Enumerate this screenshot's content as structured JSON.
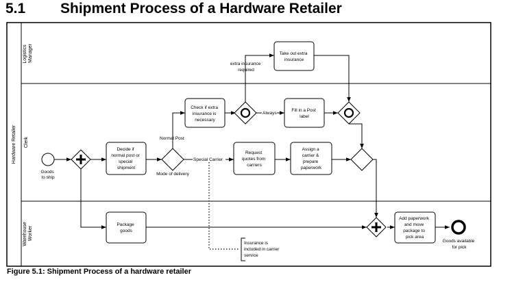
{
  "section": {
    "number": "5.1",
    "title": "Shipment Process of a Hardware Retailer"
  },
  "pool": {
    "name": "Hardware Retailer"
  },
  "lanes": {
    "logistics": [
      "Logistics",
      "Manager"
    ],
    "clerk": [
      "Clerk"
    ],
    "warehouse": [
      "Warehouse",
      "Worker"
    ]
  },
  "events": {
    "start": [
      "Goods",
      "to ship"
    ],
    "end": [
      "Goods available",
      "for pick"
    ]
  },
  "tasks": {
    "decide": [
      "Decide if",
      "normal post or",
      "special",
      "shipment"
    ],
    "check_insurance": [
      "Check if extra",
      "insurance is",
      "necessary"
    ],
    "take_insurance": [
      "Take out extra",
      "insurance"
    ],
    "fill_post": [
      "Fill in a Post",
      "label"
    ],
    "request_quotes": [
      "Request",
      "quotes from",
      "carriers"
    ],
    "assign_carrier": [
      "Assign a",
      "carrier &",
      "prepare",
      "paperwork"
    ],
    "package": [
      "Package",
      "goods"
    ],
    "add_paperwork": [
      "Add paperwork",
      "and move",
      "package to",
      "pick area"
    ]
  },
  "flow_labels": {
    "normal_post": "Normal Post",
    "mode_of_delivery": "Mode of delivery",
    "special_carrier": "Special Carrier",
    "extra_insurance": [
      "extra insurance",
      "required"
    ],
    "always": "Always"
  },
  "annotation": [
    "Insurance is",
    "included in carrier",
    "service"
  ],
  "caption": "Figure 5.1: Shipment Process of a hardware retailer"
}
